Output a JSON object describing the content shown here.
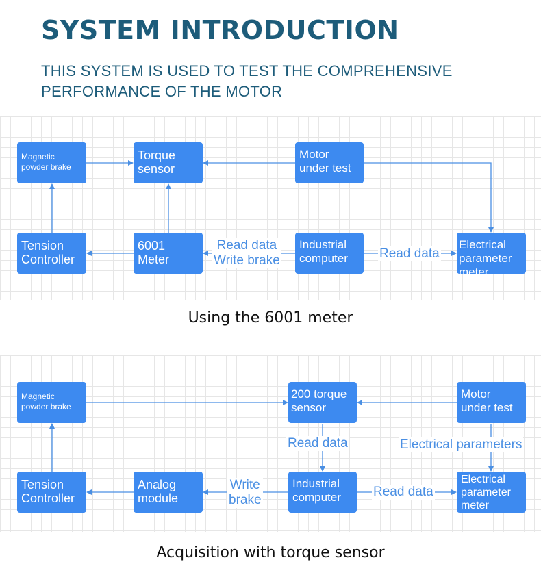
{
  "header": {
    "title": "SYSTEM INTRODUCTION",
    "subtitle_lines": [
      "THIS SYSTEM IS USED TO TEST THE COMPREHENSIVE",
      "PERFORMANCE OF THE MOTOR"
    ]
  },
  "diagram1": {
    "caption": "Using the 6001 meter",
    "nodes": {
      "magnetic_brake": "Magnetic\npowder brake",
      "torque_sensor": "Torque\nsensor",
      "motor": "Motor\nunder test",
      "tension": "Tension\nController",
      "meter": "6001\nMeter",
      "computer": "Industrial\ncomputer",
      "electrical": "Electrical\nparameter meter"
    },
    "edge_labels": {
      "read_write": "Read data\nWrite brake",
      "read_data": "Read data"
    }
  },
  "diagram2": {
    "caption": "Acquisition with torque sensor",
    "nodes": {
      "magnetic_brake": "Magnetic\npowder brake",
      "torque_sensor": "200 torque\nsensor",
      "motor": "Motor\nunder test",
      "tension": "Tension\nController",
      "analog": "Analog\nmodule",
      "computer": "Industrial\ncomputer",
      "electrical": "Electrical\nparameter\nmeter"
    },
    "edge_labels": {
      "read_data_vertical": "Read data",
      "electrical_parameters": "Electrical parameters",
      "write_brake": "Write\nbrake",
      "read_data": "Read data"
    }
  },
  "colors": {
    "box": "#3d8af0",
    "line": "#4a8fe3",
    "title": "#1d5c7a",
    "grid": "#e6e6e6"
  }
}
